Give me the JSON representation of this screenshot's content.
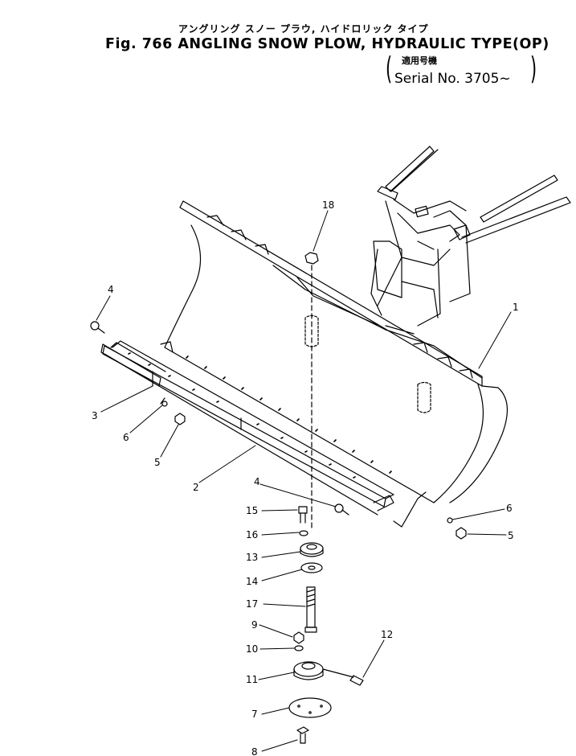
{
  "header": {
    "japanese_title": "アングリング スノー プラウ, ハイドロリック タイプ",
    "figure_title": "Fig. 766 ANGLING SNOW PLOW, HYDRAULIC TYPE(OP)",
    "serial_label_jp": "適用号機",
    "serial_label": "Serial No. 3705~",
    "paren_open": "(",
    "paren_close": ")"
  },
  "callouts": [
    {
      "id": "c1",
      "label": "1"
    },
    {
      "id": "c2",
      "label": "2"
    },
    {
      "id": "c3",
      "label": "3"
    },
    {
      "id": "c4a",
      "label": "4"
    },
    {
      "id": "c4b",
      "label": "4"
    },
    {
      "id": "c5a",
      "label": "5"
    },
    {
      "id": "c5b",
      "label": "5"
    },
    {
      "id": "c6a",
      "label": "6"
    },
    {
      "id": "c6b",
      "label": "6"
    },
    {
      "id": "c7",
      "label": "7"
    },
    {
      "id": "c8",
      "label": "8"
    },
    {
      "id": "c9",
      "label": "9"
    },
    {
      "id": "c10",
      "label": "10"
    },
    {
      "id": "c11",
      "label": "11"
    },
    {
      "id": "c12",
      "label": "12"
    },
    {
      "id": "c13",
      "label": "13"
    },
    {
      "id": "c14",
      "label": "14"
    },
    {
      "id": "c15",
      "label": "15"
    },
    {
      "id": "c16",
      "label": "16"
    },
    {
      "id": "c17",
      "label": "17"
    },
    {
      "id": "c18",
      "label": "18"
    }
  ]
}
